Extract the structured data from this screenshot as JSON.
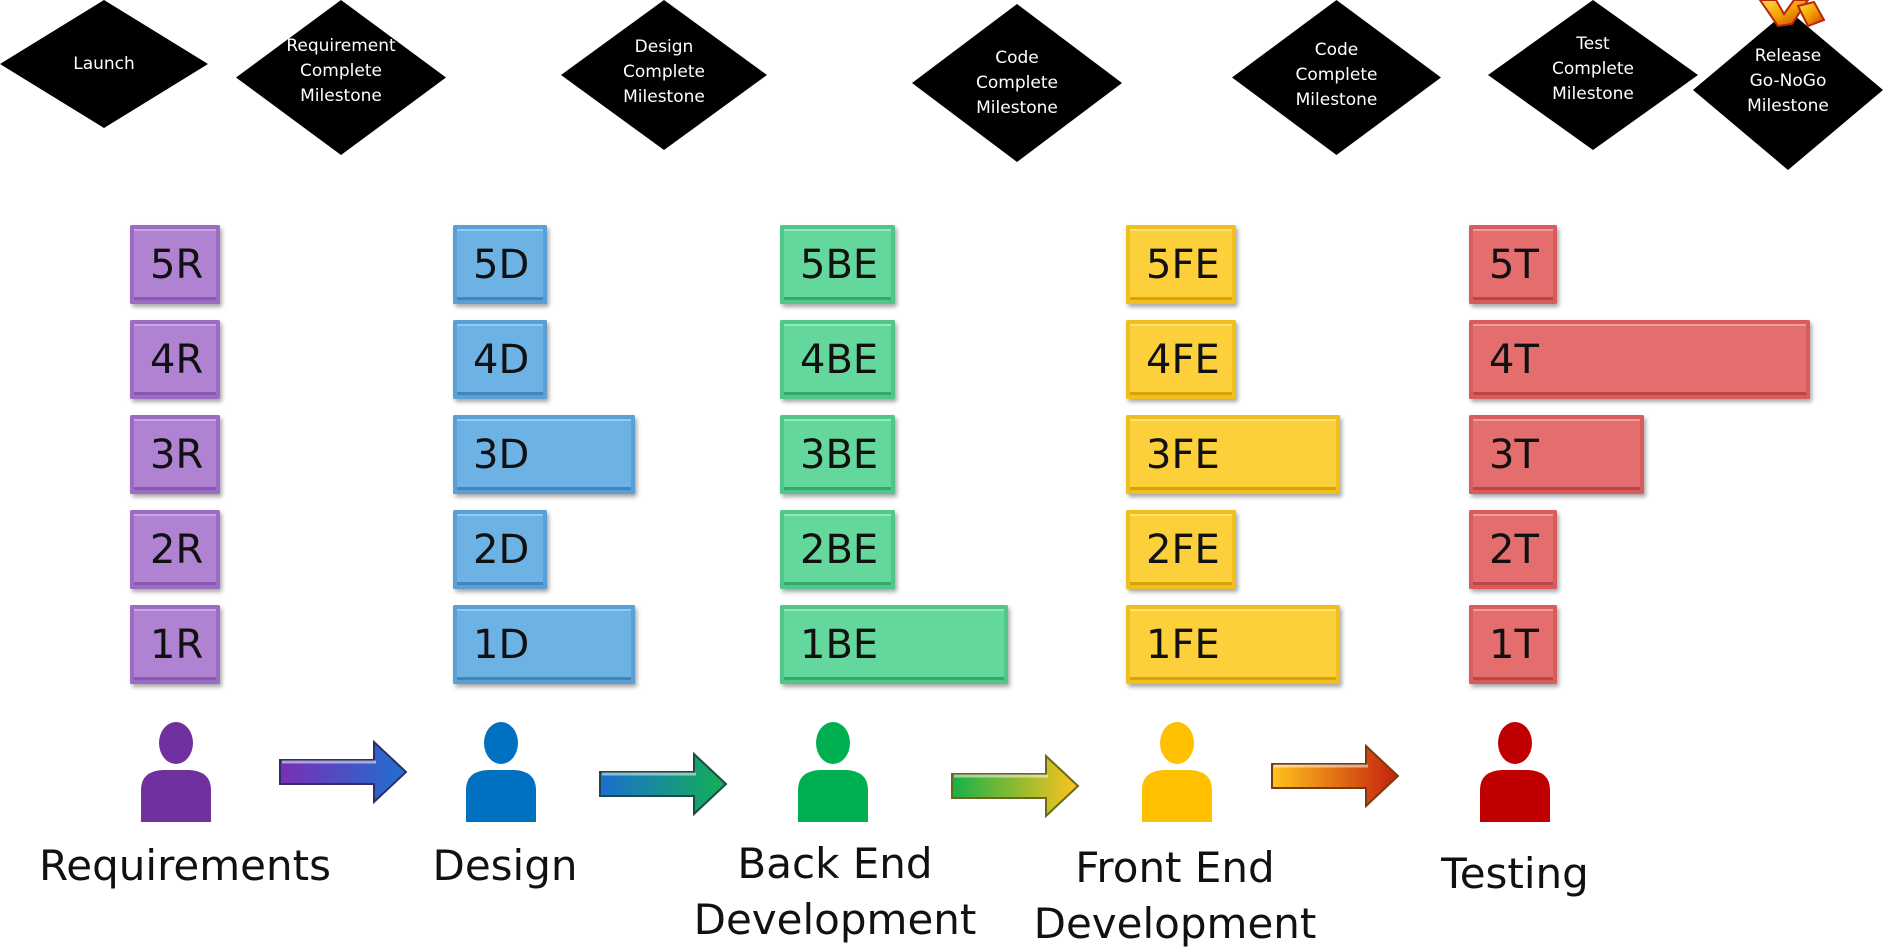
{
  "milestones": [
    {
      "label": "Launch"
    },
    {
      "label": "Requirement\nComplete\nMilestone"
    },
    {
      "label": "Design\nComplete\nMilestone"
    },
    {
      "label": "Code\nComplete\nMilestone"
    },
    {
      "label": "Code\nComplete\nMilestone"
    },
    {
      "label": "Test\nComplete\nMilestone"
    },
    {
      "label": "Release\nGo-NoGo\nMilestone"
    }
  ],
  "phases": [
    {
      "label": "Requirements",
      "color": "#7030a0",
      "tasks": [
        "5R",
        "4R",
        "3R",
        "2R",
        "1R"
      ]
    },
    {
      "label": "Design",
      "color": "#0070c0",
      "tasks": [
        "5D",
        "4D",
        "3D",
        "2D",
        "1D"
      ]
    },
    {
      "label": "Back End\nDevelopment",
      "color": "#00b050",
      "tasks": [
        "5BE",
        "4BE",
        "3BE",
        "2BE",
        "1BE"
      ]
    },
    {
      "label": "Front End\nDevelopment",
      "color": "#ffc000",
      "tasks": [
        "5FE",
        "4FE",
        "3FE",
        "2FE",
        "1FE"
      ]
    },
    {
      "label": "Testing",
      "color": "#c00000",
      "tasks": [
        "5T",
        "4T",
        "3T",
        "2T",
        "1T"
      ]
    }
  ],
  "colors": {
    "milestone": "#000000",
    "requirements_block": "#b083d2",
    "design_block": "#6cb2e4",
    "backend_block": "#64d89c",
    "frontend_block": "#fcd03a",
    "testing_block": "#e46e6e"
  }
}
